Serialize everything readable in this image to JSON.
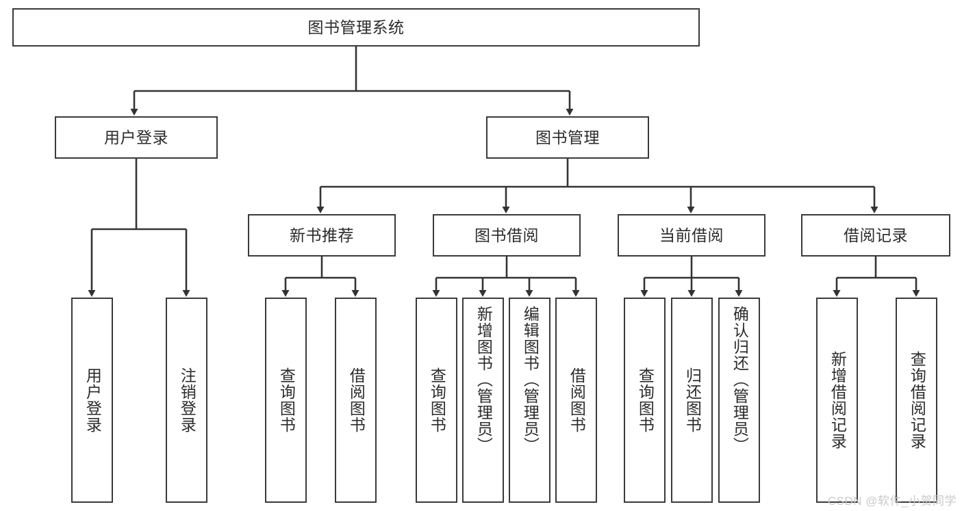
{
  "diagram": {
    "title": "图书管理系统",
    "type": "tree-hierarchy-diagram",
    "watermark": "CSDN @软件_小贺同学",
    "colors": {
      "box_border": "#3a3a3a",
      "box_fill": "#ffffff",
      "edge": "#333333",
      "text": "#2b2b2b",
      "watermark": "#c9c9c9"
    },
    "nodes": {
      "root": {
        "label": "图书管理系统"
      },
      "level2": [
        {
          "id": "user-login",
          "label": "用户登录"
        },
        {
          "id": "book-management",
          "label": "图书管理"
        }
      ],
      "level3": [
        {
          "id": "new-book-recommend",
          "label": "新书推荐"
        },
        {
          "id": "book-borrow",
          "label": "图书借阅"
        },
        {
          "id": "current-borrow",
          "label": "当前借阅"
        },
        {
          "id": "borrow-record",
          "label": "借阅记录"
        }
      ],
      "leaves": {
        "user_login": [
          {
            "id": "leaf-user-login",
            "label": "用户登录"
          },
          {
            "id": "leaf-logout",
            "label": "注销登录"
          }
        ],
        "new_book_recommend": [
          {
            "id": "leaf-query-book-1",
            "label": "查询图书"
          },
          {
            "id": "leaf-borrow-book-1",
            "label": "借阅图书"
          }
        ],
        "book_borrow": [
          {
            "id": "leaf-query-book-2",
            "label": "查询图书"
          },
          {
            "id": "leaf-add-book",
            "label": "新增图书（管理员）"
          },
          {
            "id": "leaf-edit-book",
            "label": "编辑图书（管理员）"
          },
          {
            "id": "leaf-borrow-book-2",
            "label": "借阅图书"
          }
        ],
        "current_borrow": [
          {
            "id": "leaf-query-book-3",
            "label": "查询图书"
          },
          {
            "id": "leaf-return-book",
            "label": "归还图书"
          },
          {
            "id": "leaf-confirm-return",
            "label": "确认归还（管理员）"
          }
        ],
        "borrow_record": [
          {
            "id": "leaf-add-record",
            "label": "新增借阅记录"
          },
          {
            "id": "leaf-query-record",
            "label": "查询借阅记录"
          }
        ]
      }
    }
  }
}
